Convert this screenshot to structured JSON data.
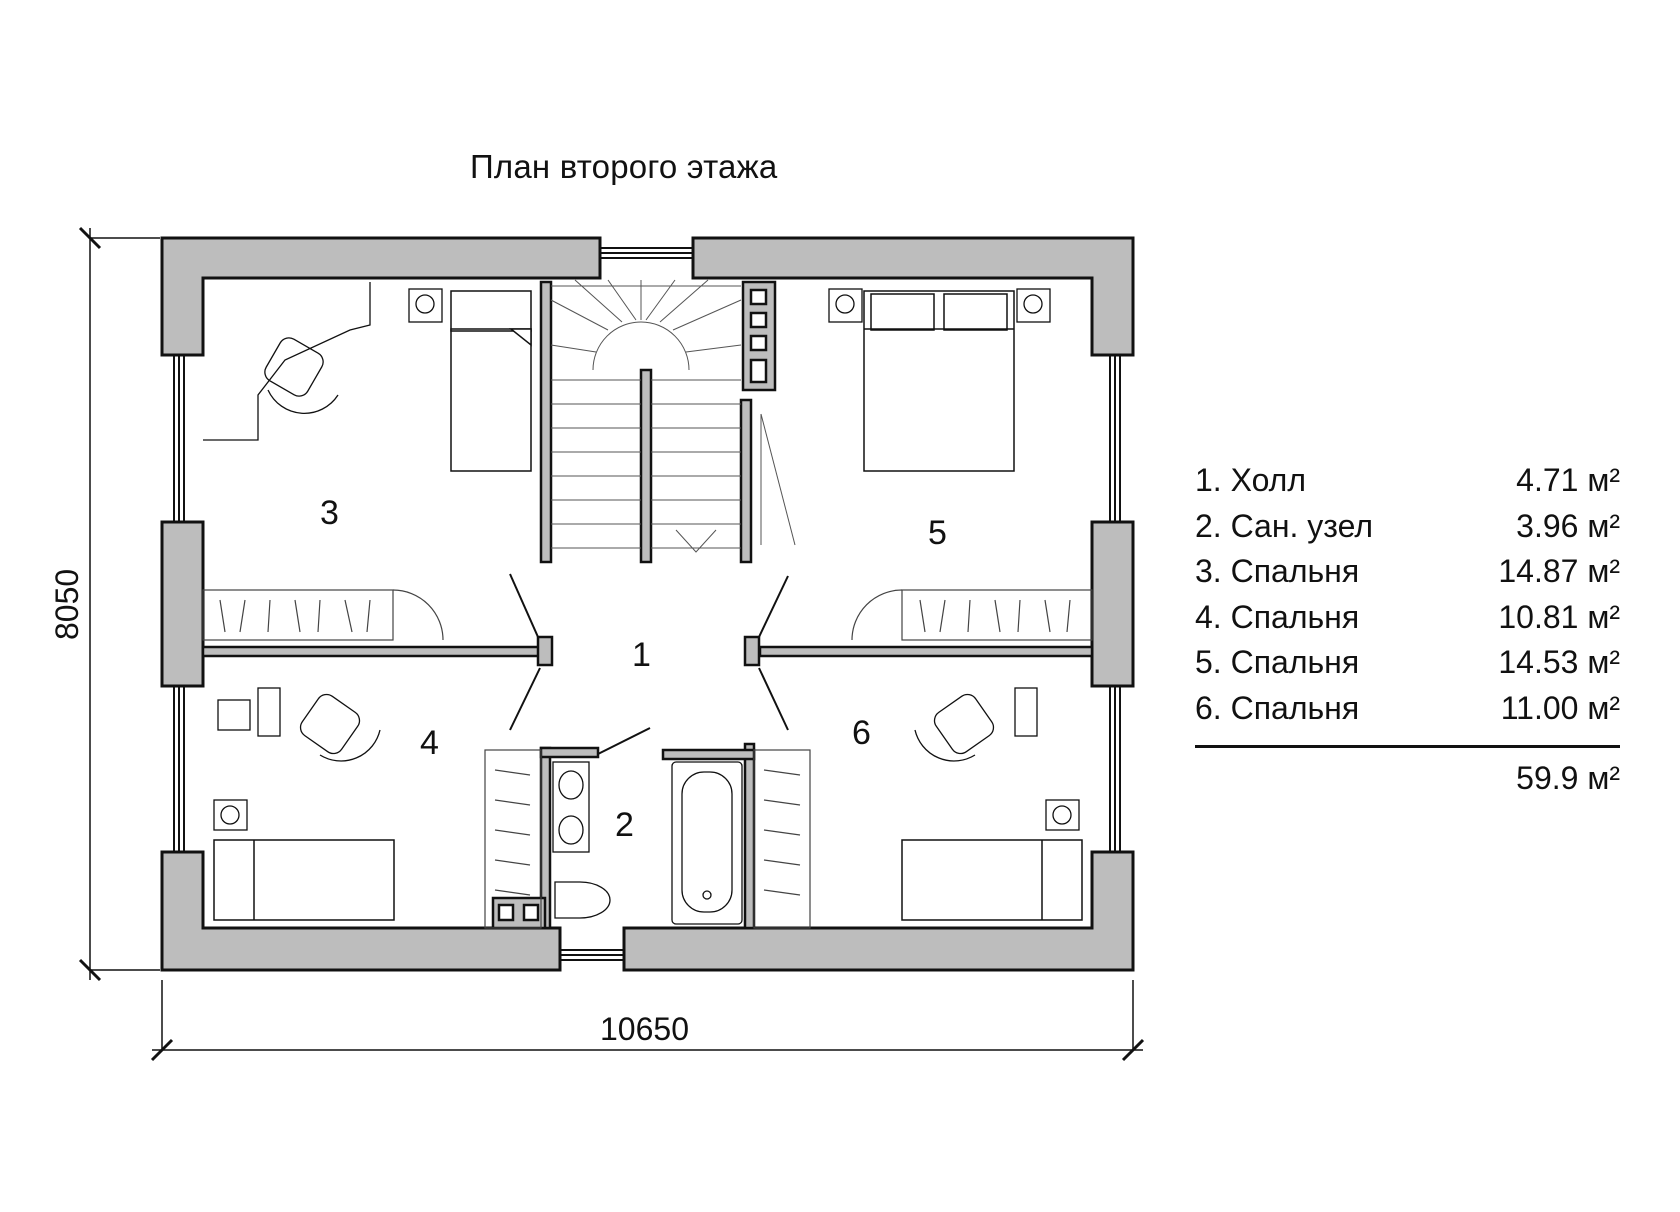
{
  "title": "План второго этажа",
  "dimensions": {
    "width": "10650",
    "height": "8050"
  },
  "room_labels": [
    "1",
    "2",
    "3",
    "4",
    "5",
    "6"
  ],
  "rooms": [
    {
      "label": "1. Холл",
      "area": "4.71 м²"
    },
    {
      "label": "2. Сан. узел",
      "area": "3.96 м²"
    },
    {
      "label": "3. Спальня",
      "area": "14.87 м²"
    },
    {
      "label": "4. Спальня",
      "area": "10.81 м²"
    },
    {
      "label": "5. Спальня",
      "area": "14.53 м²"
    },
    {
      "label": "6. Спальня",
      "area": "11.00 м²"
    }
  ],
  "total": "59.9 м²",
  "colors": {
    "wall": "#bdbdbd",
    "line": "#111111",
    "background": "#ffffff"
  }
}
